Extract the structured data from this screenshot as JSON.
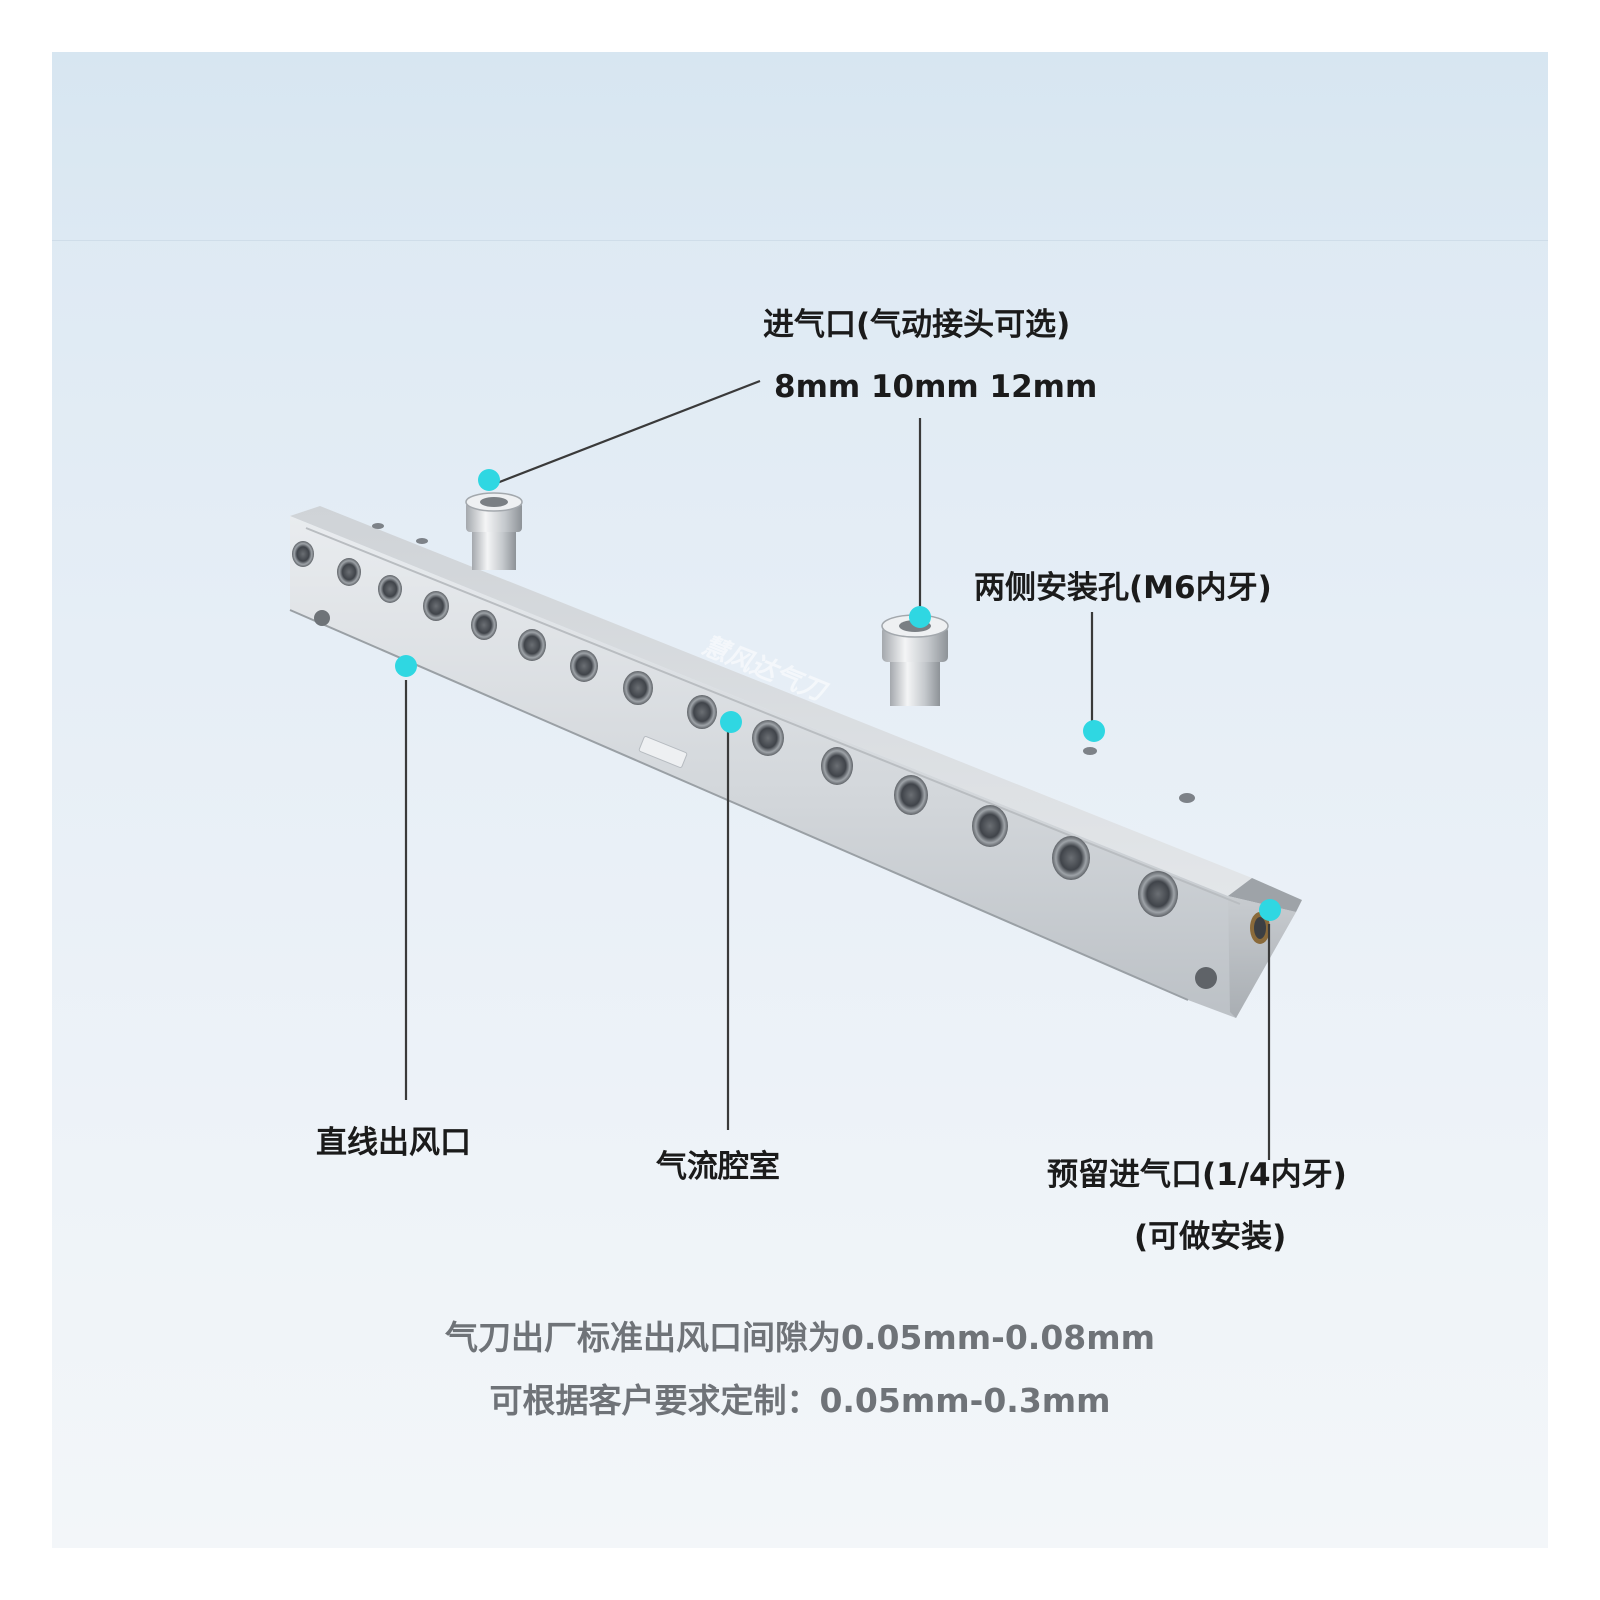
{
  "callouts": {
    "inlet_title": "进气口(气动接头可选)",
    "inlet_sizes": "8mm 10mm 12mm",
    "mount_holes": "两侧安装孔(M6内牙)",
    "slot_outlet": "直线出风口",
    "airflow_chamber": "气流腔室",
    "reserved_inlet": "预留进气口(1/4内牙)",
    "reserved_inlet_note": "(可做安装)"
  },
  "watermark": "慧风达气刀",
  "notes": {
    "line1": "气刀出厂标准出风口间隙为0.05mm-0.08mm",
    "line2": "可根据客户要求定制：0.05mm-0.3mm"
  },
  "colors": {
    "dot": "#2fd7e2",
    "leader": "#3a3a3a",
    "label_text": "#1b1b1b",
    "note_text": "#6f7378"
  }
}
